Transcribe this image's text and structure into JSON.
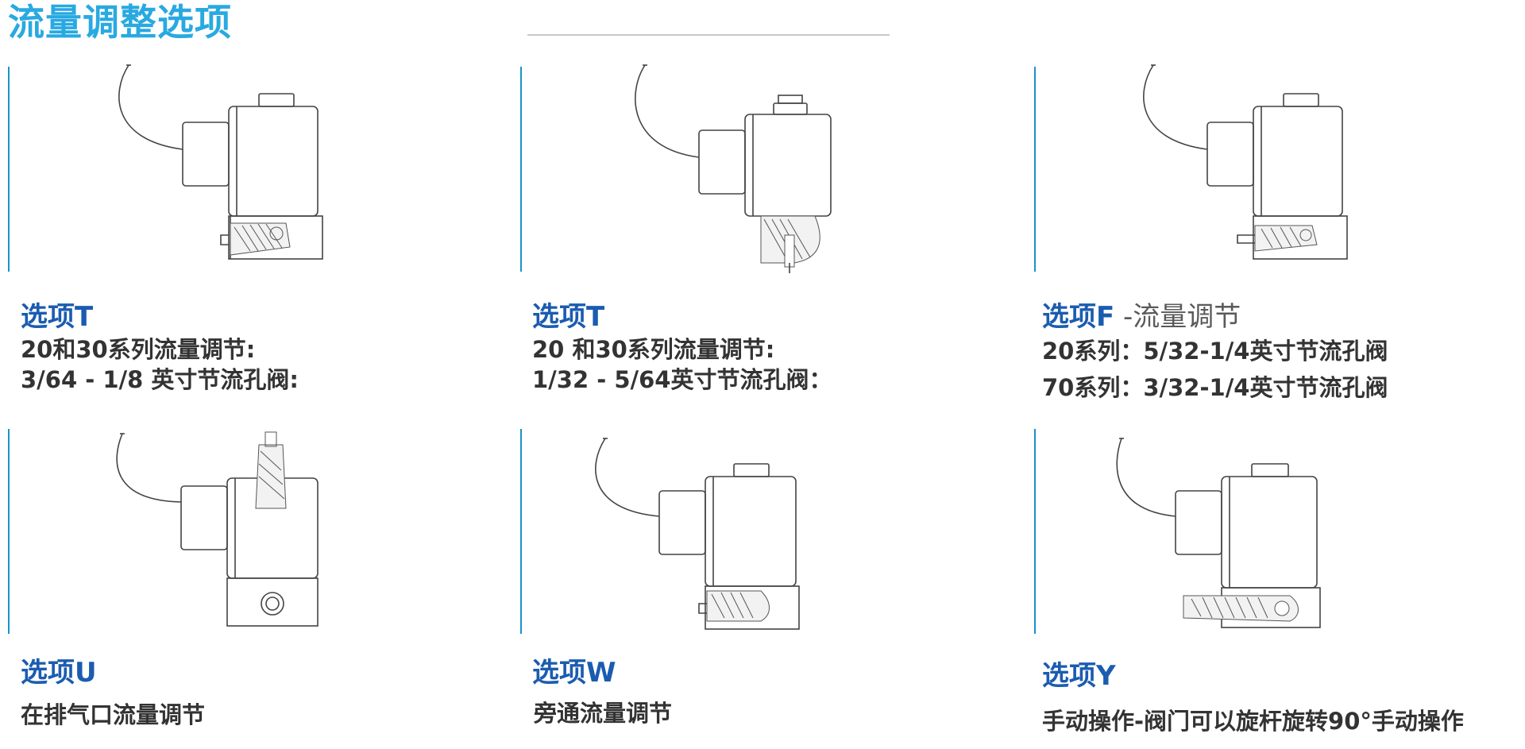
{
  "page": {
    "title": "流量调整选项"
  },
  "options": [
    {
      "title": "选项T",
      "suffix": "",
      "lines": [
        "20和30系列流量调节:",
        "3/64 - 1/8 英寸节流孔阀:"
      ]
    },
    {
      "title": "选项T",
      "suffix": "",
      "lines": [
        "20 和30系列流量调节:",
        "1/32 - 5/64英寸节流孔阀："
      ]
    },
    {
      "title": "选项F",
      "suffix": " -流量调节",
      "lines": [
        "20系列：5/32-1/4英寸节流孔阀",
        "70系列：3/32-1/4英寸节流孔阀"
      ]
    },
    {
      "title": "选项U",
      "suffix": "",
      "lines": [
        "在排气口流量调节"
      ]
    },
    {
      "title": "选项W",
      "suffix": "",
      "lines": [
        "旁通流量调节"
      ]
    },
    {
      "title": "选项Y",
      "suffix": "",
      "lines": [
        "手动操作-阀门可以旋杆旋转90°手动操作"
      ]
    }
  ],
  "colors": {
    "title": "#29a9e1",
    "option_title": "#1b5cb0",
    "body_text": "#333333",
    "divider": "#1a93c9"
  }
}
